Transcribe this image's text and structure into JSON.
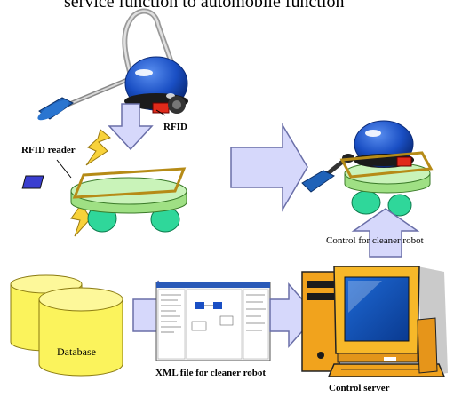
{
  "title": "service function to automobile function",
  "labels": {
    "rfid": "RFID",
    "rfid_reader": "RFID reader",
    "control_for_cleaner": "Control for cleaner robot",
    "database": "Database",
    "xml_file": "XML file for cleaner robot",
    "control_server": "Control server"
  },
  "colors": {
    "robot_blue": "#1a4fc4",
    "wheel_green": "#2fd79a",
    "base_green": "#c9f3b9",
    "arrow_lavender": "#d6d8fb",
    "database_yellow": "#fbf35c",
    "computer_orange": "#f1a31d",
    "nozzle_blue": "#1f62b8"
  }
}
